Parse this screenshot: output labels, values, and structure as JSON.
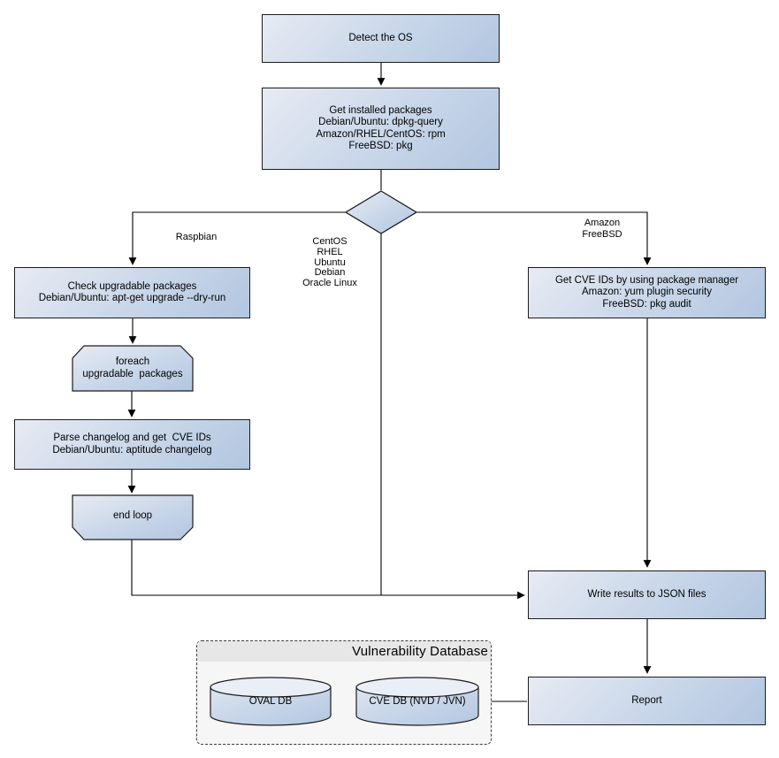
{
  "nodes": {
    "detect_os": {
      "label": "Detect the OS"
    },
    "get_installed_packages": {
      "lines": [
        "Get installed packages",
        "Debian/Ubuntu: dpkg-query",
        "Amazon/RHEL/CentOS: rpm",
        "FreeBSD: pkg"
      ]
    },
    "check_upgradable_packages": {
      "lines": [
        "Check upgradable packages",
        "Debian/Ubuntu: apt-get upgrade --dry-run"
      ]
    },
    "foreach_upgradable_packages": {
      "lines": [
        "foreach",
        "upgradable  packages"
      ]
    },
    "parse_changelog": {
      "lines": [
        "Parse changelog and get  CVE IDs",
        "Debian/Ubuntu: aptitude changelog"
      ]
    },
    "end_loop": {
      "label": "end loop"
    },
    "get_cve_ids_package_manager": {
      "lines": [
        "Get CVE IDs by using package manager",
        "Amazon: yum plugin security",
        "FreeBSD: pkg audit"
      ]
    },
    "write_results": {
      "label": "Write results to JSON files"
    },
    "report": {
      "label": "Report"
    }
  },
  "vulnerability_database": {
    "title": "Vulnerability Database",
    "databases": [
      {
        "label": "OVAL DB"
      },
      {
        "label": "CVE DB (NVD / JVN)"
      }
    ]
  },
  "edge_labels": {
    "left_branch": "Raspbian",
    "middle_branch": [
      "CentOS",
      "RHEL",
      "Ubuntu",
      "Debian",
      "Oracle Linux"
    ],
    "right_branch": [
      "Amazon",
      "FreeBSD"
    ]
  },
  "colors": {
    "node_gradient_start": "#e7ebf3",
    "node_gradient_end": "#b2c6e0",
    "node_border": "#1c1c1c",
    "connector": "#000000",
    "container_fill": "#f6f6f6",
    "container_header": "#e7e7e7",
    "container_border": "#3c3c3c",
    "cylinder_top_fill": "#e9eef7"
  }
}
